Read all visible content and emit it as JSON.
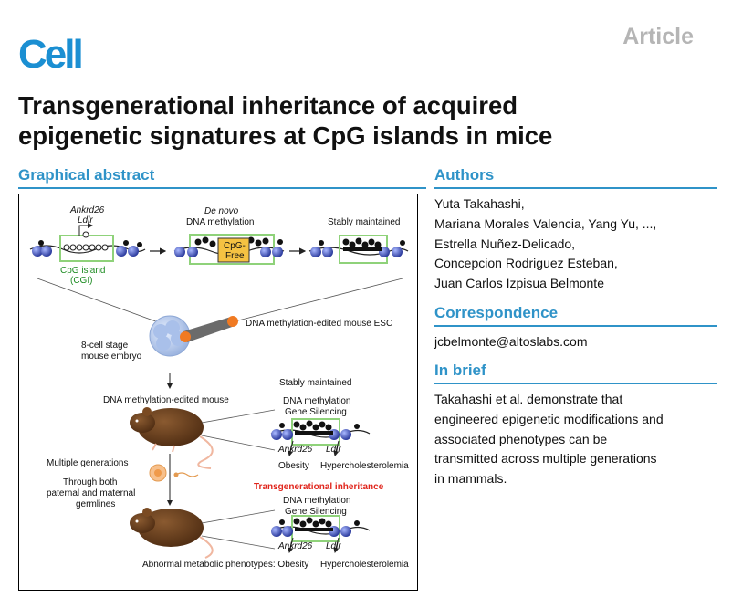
{
  "header": {
    "journal_logo": "Cell",
    "article_type": "Article"
  },
  "title_lines": [
    "Transgenerational inheritance of acquired",
    "epigenetic signatures at CpG islands in mice"
  ],
  "graphical_abstract": {
    "heading": "Graphical abstract",
    "labels": {
      "gene_top_1": "Ankrd26",
      "gene_top_2": "Ldlr",
      "cpg_island_1": "CpG island",
      "cpg_island_2": "(CGI)",
      "de_novo": "De novo",
      "dna_methylation": "DNA methylation",
      "cpg_free_1": "CpG-",
      "cpg_free_2": "Free",
      "stably_maintained_top": "Stably maintained",
      "edited_esc": "DNA methylation-edited mouse ESC",
      "embryo_1": "8-cell stage",
      "embryo_2": "mouse embryo",
      "edited_mouse": "DNA methylation-edited mouse",
      "stably_maintained_mid": "Stably maintained",
      "dna_methylation_mid": "DNA methylation",
      "gene_silencing_mid": "Gene Silencing",
      "ankrd26_mid": "Ankrd26",
      "ldlr_mid": "Ldlr",
      "obesity_mid": "Obesity",
      "hypercholesterolemia_mid": "Hypercholesterolemia",
      "multiple_generations": "Multiple generations",
      "germlines_1": "Through both",
      "germlines_2": "paternal and maternal",
      "germlines_3": "germlines",
      "transgenerational": "Transgenerational inheritance",
      "dna_methylation_bottom": "DNA methylation",
      "gene_silencing_bottom": "Gene Silencing",
      "ankrd26_bottom": "Ankrd26",
      "ldlr_bottom": "Ldlr",
      "abnormal_phenotypes": "Abnormal metabolic phenotypes: Obesity",
      "hypercholesterolemia_bottom": "Hypercholesterolemia"
    }
  },
  "authors": {
    "heading": "Authors",
    "lines": [
      "Yuta Takahashi,",
      "Mariana Morales Valencia, Yang Yu, ...,",
      "Estrella Nuñez-Delicado,",
      "Concepcion Rodriguez Esteban,",
      "Juan Carlos Izpisua Belmonte"
    ]
  },
  "correspondence": {
    "heading": "Correspondence",
    "email": "jcbelmonte@altoslabs.com"
  },
  "in_brief": {
    "heading": "In brief",
    "lines": [
      "Takahashi et al. demonstrate that",
      "engineered epigenetic modifications and",
      "associated phenotypes can be",
      "transmitted across multiple generations",
      "in mammals."
    ]
  },
  "colors": {
    "brand_blue": "#1b8fd2",
    "heading_blue": "#2f93c8",
    "article_gray": "#b5b5b5",
    "cpg_green": "#8fd27a",
    "mouse_brown": "#6b3f1e",
    "highlight_red": "#e0251c"
  }
}
